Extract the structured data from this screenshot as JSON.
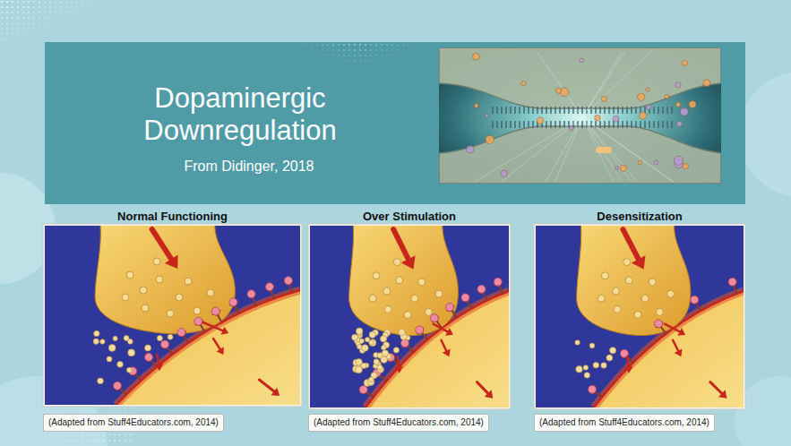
{
  "diagram": {
    "title": "Dopaminergic Downregulation",
    "nodes": [
      {
        "text": [
          "Normal Functioning",
          "(Adapted from Stuff4Educators.com, 2014)"
        ]
      },
      {
        "text": [
          "Over Stimulation",
          "(Adapted from Stuff4Educators.com, 2014)"
        ]
      },
      {
        "text": [
          "Desensitization",
          "(Adapted from Stuff4Educators.com, 2014)"
        ]
      }
    ],
    "labels": [
      "From Didinger, 2018"
    ]
  }
}
